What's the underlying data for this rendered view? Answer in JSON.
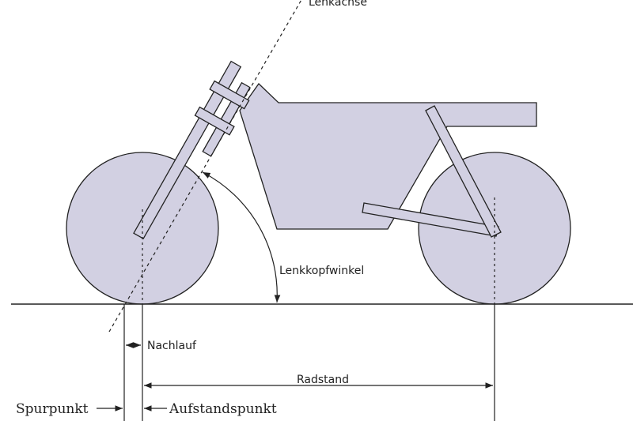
{
  "labels": {
    "steering_axis": "Lenkachse",
    "head_angle": "Lenkkopfwinkel",
    "trail": "Nachlauf",
    "wheelbase": "Radstand",
    "trail_point": "Spurpunkt",
    "contact_point": "Aufstandspunkt"
  },
  "colors": {
    "fill": "#d2d0e2",
    "stroke": "#222222"
  }
}
